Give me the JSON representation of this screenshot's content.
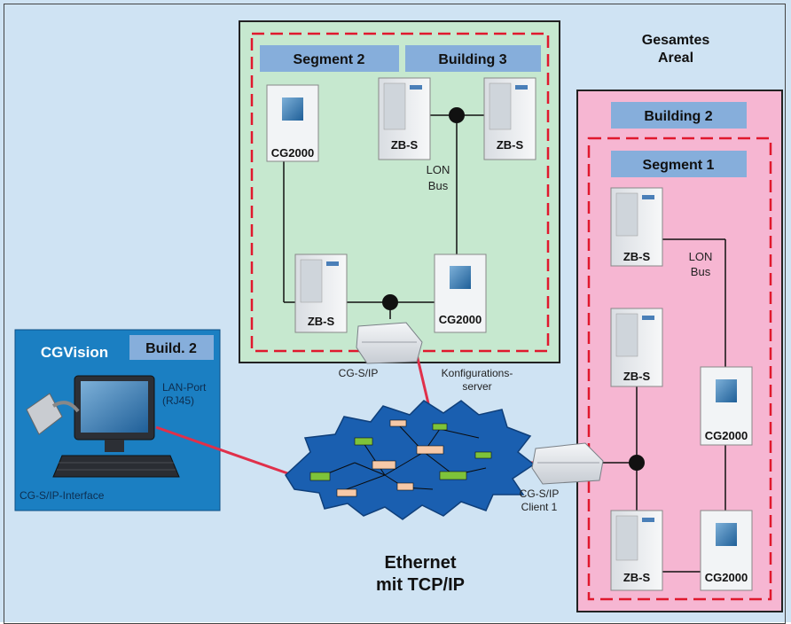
{
  "areal_title": [
    "Gesamtes",
    "Areal"
  ],
  "green_area": {
    "labels": {
      "segment": "Segment 2",
      "building": "Building 3"
    },
    "devices": {
      "cg_top": "CG2000",
      "zbs_top1": "ZB-S",
      "zbs_top2": "ZB-S",
      "zbs_bottom": "ZB-S",
      "cg_bottom": "CG2000"
    },
    "lon_bus": [
      "LON",
      "Bus"
    ]
  },
  "pink_area": {
    "labels": {
      "building": "Building 2",
      "segment": "Segment 1"
    },
    "devices": {
      "zbs_1": "ZB-S",
      "zbs_2": "ZB-S",
      "cg_mid": "CG2000",
      "zbs_3": "ZB-S",
      "cg_bottom": "CG2000"
    },
    "lon_bus": [
      "LON",
      "Bus"
    ]
  },
  "cgvision": {
    "title": "CGVision",
    "badge": "Build. 2",
    "lan_port": [
      "LAN-Port",
      "(RJ45)"
    ],
    "interface": "CG-S/IP-Interface"
  },
  "network": {
    "cg_sip": "CG-S/IP",
    "konfig": [
      "Konfigurations-",
      "server"
    ],
    "client": [
      "CG-S/IP",
      "Client 1"
    ],
    "ethernet": [
      "Ethernet",
      "mit TCP/IP"
    ]
  },
  "colors": {
    "background": "#cfe3f3",
    "green_area": "#c6e8cf",
    "pink_area": "#f6b6d2",
    "dashed_border": "#e0182d",
    "label_box": "#86aedb",
    "cgvision_panel": "#1b7fc2",
    "cloud": "#1a5fb0",
    "link": "#e0304a"
  }
}
